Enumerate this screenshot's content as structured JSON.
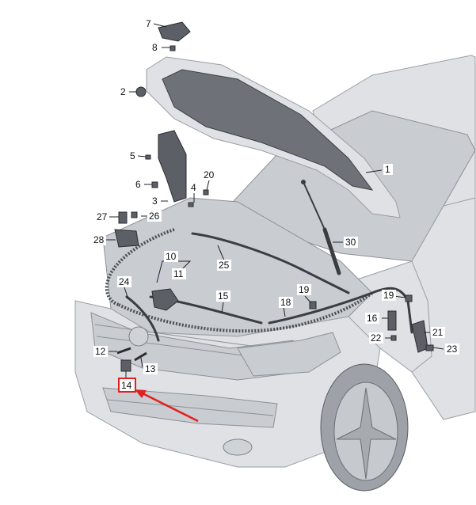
{
  "labels": {
    "p1": "1",
    "p2": "2",
    "p3": "3",
    "p4": "4",
    "p5": "5",
    "p6": "6",
    "p7": "7",
    "p8": "8",
    "p10": "10",
    "p11": "11",
    "p12": "12",
    "p13": "13",
    "p14": "14",
    "p15": "15",
    "p16": "16",
    "p18": "18",
    "p19a": "19",
    "p19b": "19",
    "p20": "20",
    "p21": "21",
    "p22": "22",
    "p23": "23",
    "p24": "24",
    "p25": "25",
    "p26": "26",
    "p27": "27",
    "p28": "28",
    "p30": "30"
  },
  "colors": {
    "highlight": "#e02020",
    "arrow": "#e02020"
  },
  "highlighted_part": "14"
}
